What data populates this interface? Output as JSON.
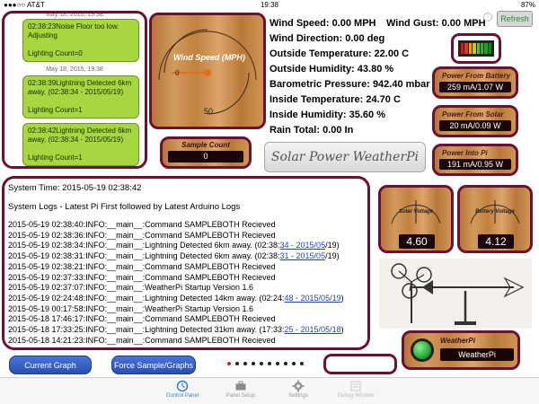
{
  "status_bar": {
    "carrier": "●●●○○ AT&T",
    "time": "19:38",
    "battery": "87%"
  },
  "messages": {
    "date_top": "May 18, 2015, 19:38",
    "bubble1": [
      "02:38:23Noise Floor too low.",
      "Adjusting",
      "",
      "Lighting Count=0"
    ],
    "date_mid": "May 18, 2015, 19:38",
    "bubble2": [
      "02:38:39Lightning Detected 6km",
      "away. (02:38:34 - 2015/05/19)",
      "",
      "Lighting Count=1"
    ],
    "bubble3": [
      "02:38:42Lightning Detected 6km",
      "away. (02:38:34 - 2015/05/19)",
      "",
      "Lighting Count=1"
    ]
  },
  "wind_gauge": {
    "label": "Wind Speed (MPH)",
    "min_label": "0",
    "max_label": "50",
    "value_fraction": 0.0
  },
  "sample_count": {
    "label": "Sample Count",
    "value": "0"
  },
  "weather": {
    "wind_speed": "Wind Speed: 0.00 MPH",
    "wind_gust": "Wind Gust: 0.00 MPH",
    "wind_direction": "Wind Direction: 0.00 deg",
    "outside_temperature": "Outside Temperature: 22.00 C",
    "outside_humidity": "Outside Humidity: 43.80 %",
    "barometric_pressure": "Barometric Pressure: 942.40 mbar",
    "inside_temperature": "Inside Temperature: 24.70 C",
    "inside_humidity": "Inside Humidity: 35.60 %",
    "rain_total": "Rain Total: 0.00 In"
  },
  "refresh_label": "Refresh",
  "logo_text": "Solar Power WeatherPi",
  "battery_meter": {
    "bar_colors": [
      "#d81818",
      "#e23a18",
      "#e8a018",
      "#c8c818",
      "#58c828",
      "#28b828",
      "#18a818",
      "#108818"
    ]
  },
  "power": {
    "from_battery": {
      "label": "Power From Battery",
      "value": "259 mA/1.07 W"
    },
    "from_solar": {
      "label": "Power From Solar",
      "value": "20 mA/0.09 W"
    },
    "into_pi": {
      "label": "Power Into Pi",
      "value": "191 mA/0.95 W"
    }
  },
  "voltages": {
    "solar": {
      "label": "Solar Voltage",
      "value": "4.60"
    },
    "battery": {
      "label": "Battery Voltage",
      "value": "4.12"
    }
  },
  "logs": {
    "system_time": "System Time: 2015-05-19 02:38:42",
    "header": "System Logs - Latest Pi First followed by Latest Arduino Logs",
    "lines": [
      {
        "text": "2015-05-19 02:38:40:INFO:__main__:Command SAMPLEBOTH Recieved",
        "link": "",
        "tail": ""
      },
      {
        "text": "2015-05-19 02:38:36:INFO:__main__:Command SAMPLEBOTH Recieved",
        "link": "",
        "tail": ""
      },
      {
        "text": "2015-05-19 02:38:34:INFO:__main__:Lightning Detected 6km away. (02:38:",
        "link": "34 - 2015/05",
        "tail": "/19)"
      },
      {
        "text": "2015-05-19 02:38:31:INFO:__main__:Lightning Detected 6km away. (02:38:",
        "link": "31 - 2015/05",
        "tail": "/19)"
      },
      {
        "text": "2015-05-19 02:38:21:INFO:__main__:Command SAMPLEBOTH Recieved",
        "link": "",
        "tail": ""
      },
      {
        "text": "2015-05-19 02:37:33:INFO:__main__:Command SAMPLEBOTH Recieved",
        "link": "",
        "tail": ""
      },
      {
        "text": "2015-05-19 02:37:07:INFO:__main__:WeatherPi Startup Version 1.6",
        "link": "",
        "tail": ""
      },
      {
        "text": "2015-05-19 02:24:48:INFO:__main__:Lightning Detected 14km away. (02:24:",
        "link": "48 - 2015/05/19",
        "tail": ")"
      },
      {
        "text": "2015-05-19 00:17:58:INFO:__main__:WeatherPi Startup Version 1.6",
        "link": "",
        "tail": ""
      },
      {
        "text": "2015-05-18 17:46:17:INFO:__main__:Command SAMPLEBOTH Recieved",
        "link": "",
        "tail": ""
      },
      {
        "text": "2015-05-18 17:33:25:INFO:__main__:Lightning Detected 31km away. (17:33:",
        "link": "25 - 2015/05/18",
        "tail": ")"
      },
      {
        "text": "2015-05-18 14:21:23:INFO:__main__:Command SAMPLEBOTH Recieved",
        "link": "",
        "tail": ""
      }
    ]
  },
  "weatherpi_status": {
    "label": "WeatherPi",
    "value": "WeatherPi",
    "led_color": "#2aa83a"
  },
  "buttons": {
    "current_graph": "Current Graph",
    "force_sample": "Force Sample/Graphs"
  },
  "page_dots": {
    "count": 10,
    "active_index": 0
  },
  "tabs": [
    {
      "label": "Control Panel",
      "icon": "clock-icon",
      "active": true
    },
    {
      "label": "Panel Setup",
      "icon": "toolbox-icon",
      "active": false
    },
    {
      "label": "Settings",
      "icon": "gear-icon",
      "active": false
    },
    {
      "label": "Debug Window",
      "icon": "debug-icon",
      "active": false
    }
  ]
}
